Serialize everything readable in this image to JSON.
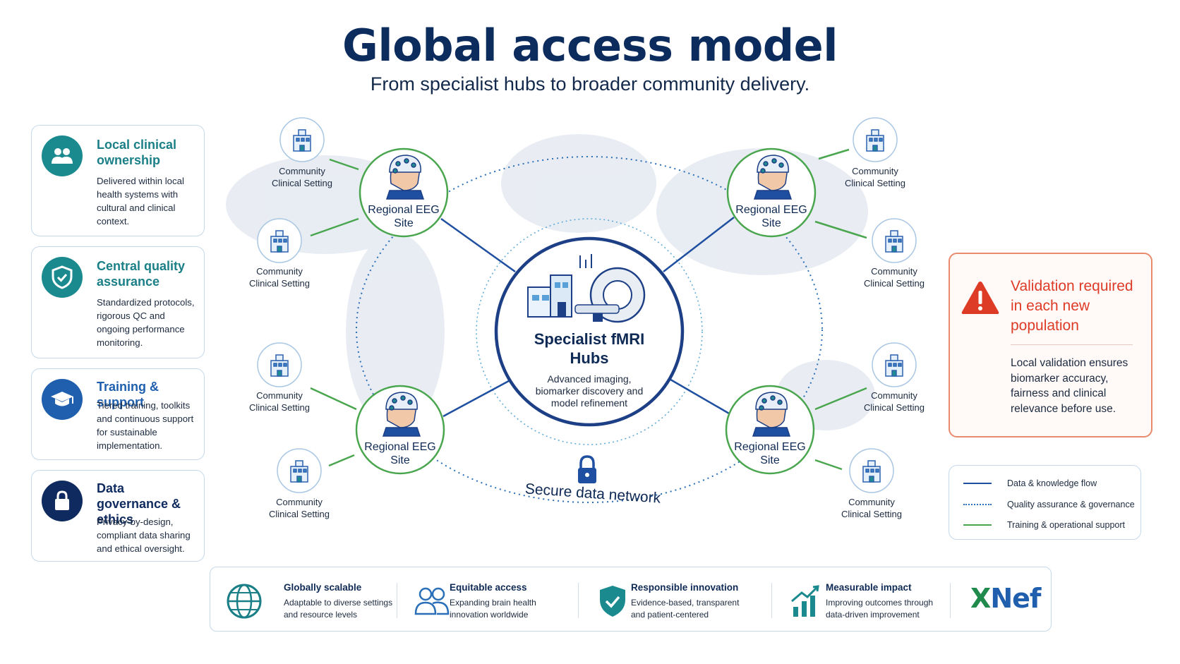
{
  "header": {
    "title": "Global access model",
    "subtitle": "From specialist hubs to broader community delivery."
  },
  "cards": [
    {
      "title": "Local clinical ownership",
      "desc": "Delivered within local health systems with cultural and clinical context.",
      "icon": "people-icon",
      "color": "#1a8a8f"
    },
    {
      "title": "Central quality assurance",
      "desc": "Standardized protocols, rigorous QC and ongoing performance monitoring.",
      "icon": "shield-check-icon",
      "color": "#1a8a8f"
    },
    {
      "title": "Training & support",
      "desc": "Tiered training, toolkits and continuous support for sustainable implementation.",
      "icon": "graduation-cap-icon",
      "color": "#1f5fae"
    },
    {
      "title": "Data governance & ethics",
      "desc": "Privacy-by-design, compliant data sharing and ethical oversight.",
      "icon": "padlock-icon",
      "color": "#0f2a5e"
    }
  ],
  "diagram": {
    "hub": {
      "title": "Specialist fMRI Hubs",
      "desc": "Advanced imaging, biomarker discovery and model refinement",
      "icon": "hospital-mri-icon"
    },
    "regional_label": "Regional EEG Site",
    "community_label": "Community Clinical Setting",
    "network_label": "Secure data network",
    "colors": {
      "data_flow": "#1f4fa0",
      "quality": "#2a6fb8",
      "training": "#4aa64e"
    }
  },
  "warning": {
    "title": "Validation required in each new population",
    "desc": "Local validation ensures biomarker accuracy, fairness and clinical relevance before use.",
    "icon": "warning-triangle-icon",
    "color": "#de3b27"
  },
  "legend": [
    {
      "label": "Data & knowledge flow",
      "style": "solid",
      "color": "#1f4fa0"
    },
    {
      "label": "Quality assurance & governance",
      "style": "dotted",
      "color": "#2a6fb8"
    },
    {
      "label": "Training & operational support",
      "style": "solid",
      "color": "#4aa64e"
    }
  ],
  "bottom": [
    {
      "title": "Globally scalable",
      "desc": "Adaptable to diverse settings and resource levels",
      "icon": "globe-icon"
    },
    {
      "title": "Equitable access",
      "desc": "Expanding brain health innovation worldwide",
      "icon": "people-outline-icon"
    },
    {
      "title": "Responsible innovation",
      "desc": "Evidence-based, transparent and patient-centered",
      "icon": "shield-check-icon"
    },
    {
      "title": "Measurable impact",
      "desc": "Improving outcomes through data-driven improvement",
      "icon": "bar-chart-up-icon"
    }
  ],
  "logo": {
    "text": "XNef",
    "color_a": "#1f8a4c",
    "color_b": "#1f5fae"
  }
}
